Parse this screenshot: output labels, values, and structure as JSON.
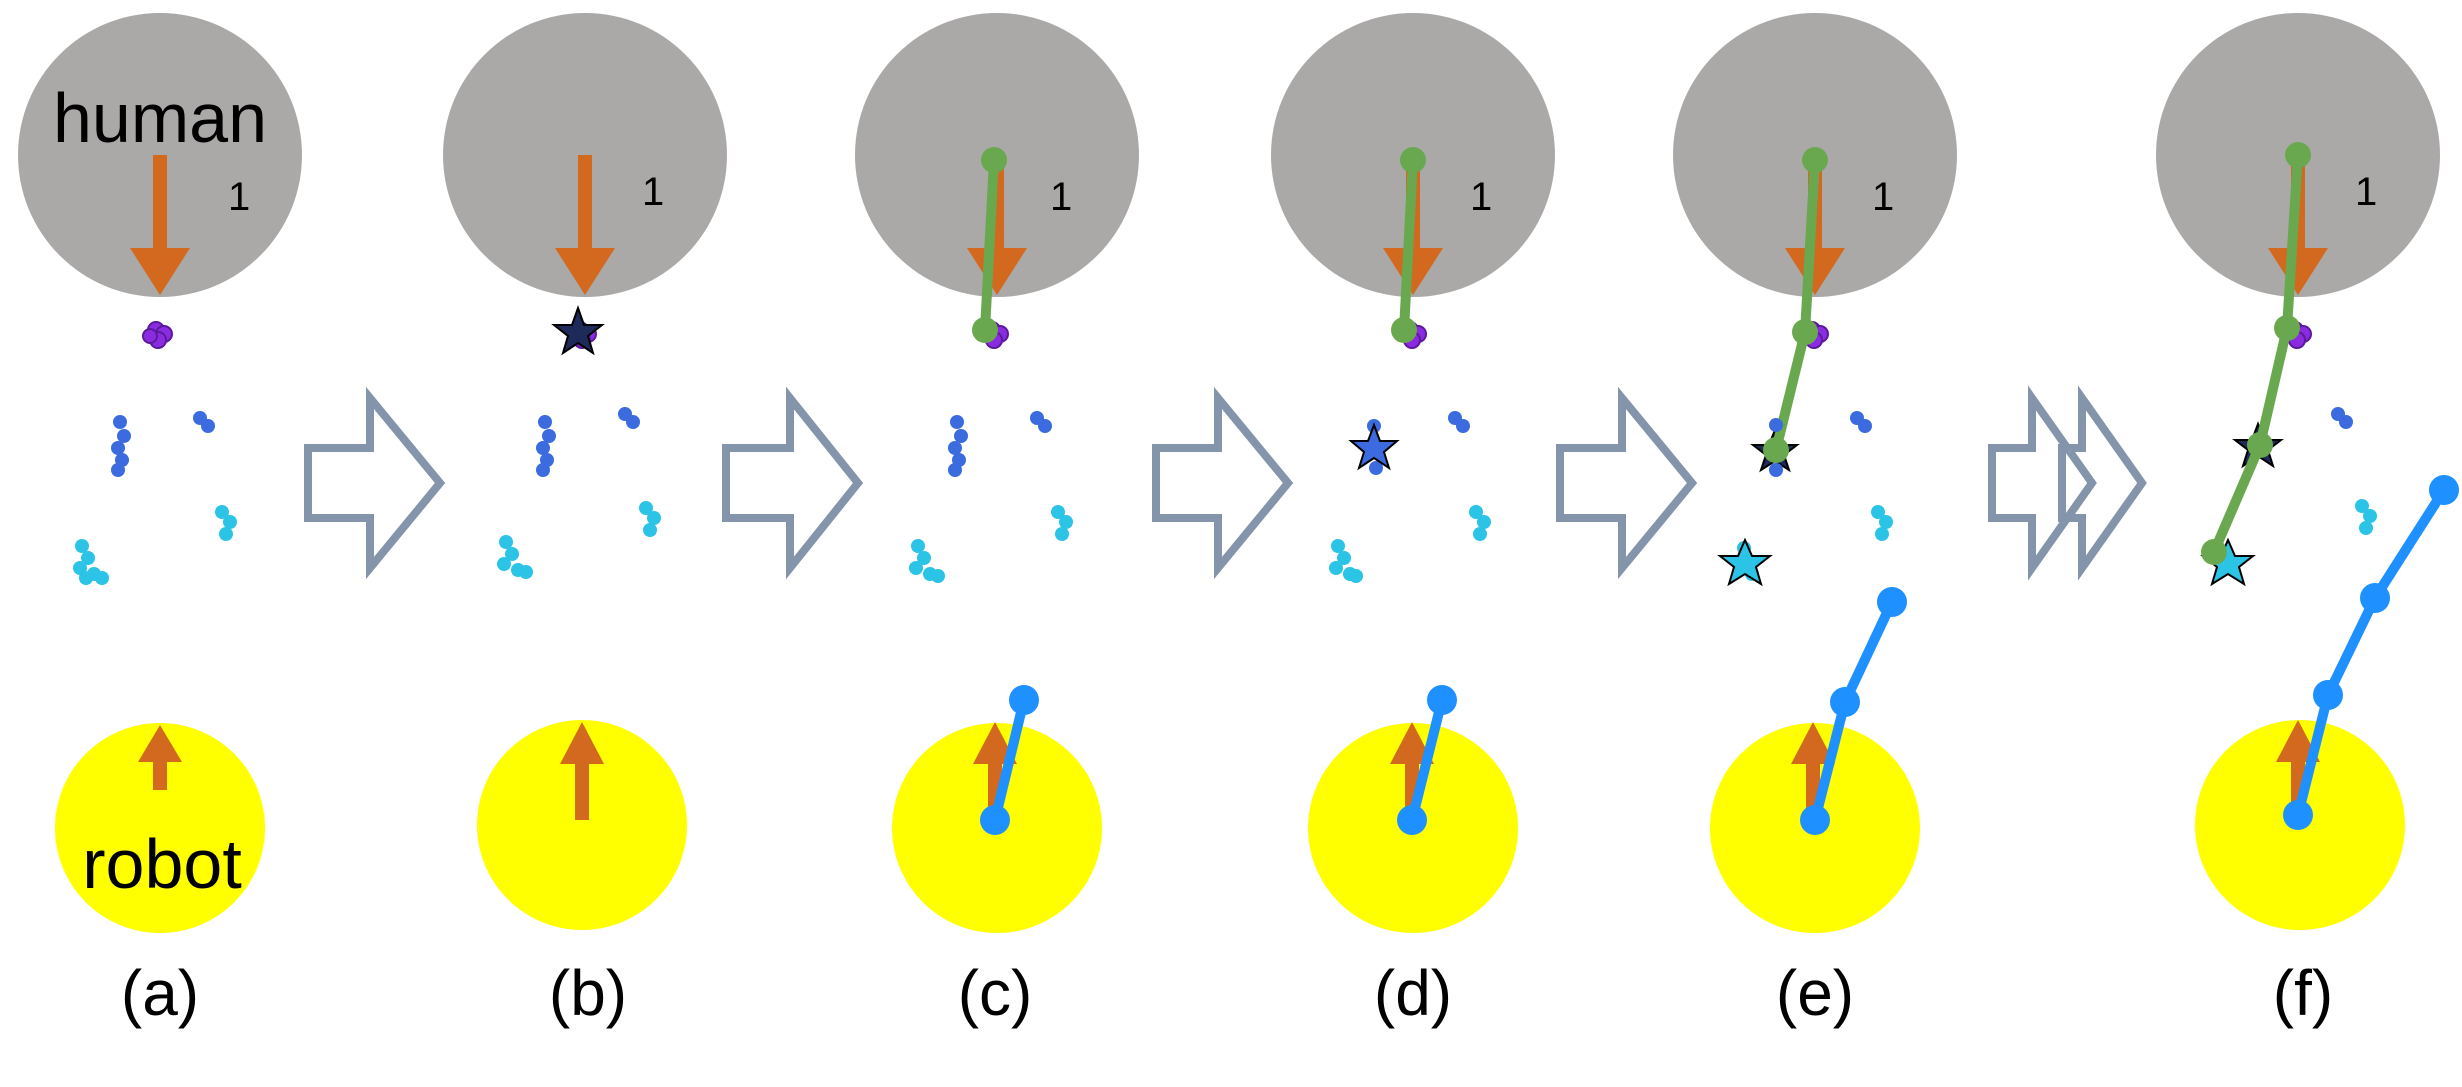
{
  "labels": {
    "human": "human",
    "robot": "robot",
    "human_id": "1"
  },
  "panels": [
    {
      "caption": "(a)"
    },
    {
      "caption": "(b)"
    },
    {
      "caption": "(c)"
    },
    {
      "caption": "(d)"
    },
    {
      "caption": "(e)"
    },
    {
      "caption": "(f)"
    }
  ],
  "colors": {
    "human_disk": "#aba8a8",
    "robot_disk": "#ffff00",
    "heading_arrow": "#d2691e",
    "human_path": "#6aa84f",
    "robot_path": "#1e90ff",
    "goal_cluster": "#8a2be2",
    "mid_cluster": "#3c6be0",
    "side_cluster": "#2bc4e6",
    "flow_arrow": "#8494aa"
  }
}
